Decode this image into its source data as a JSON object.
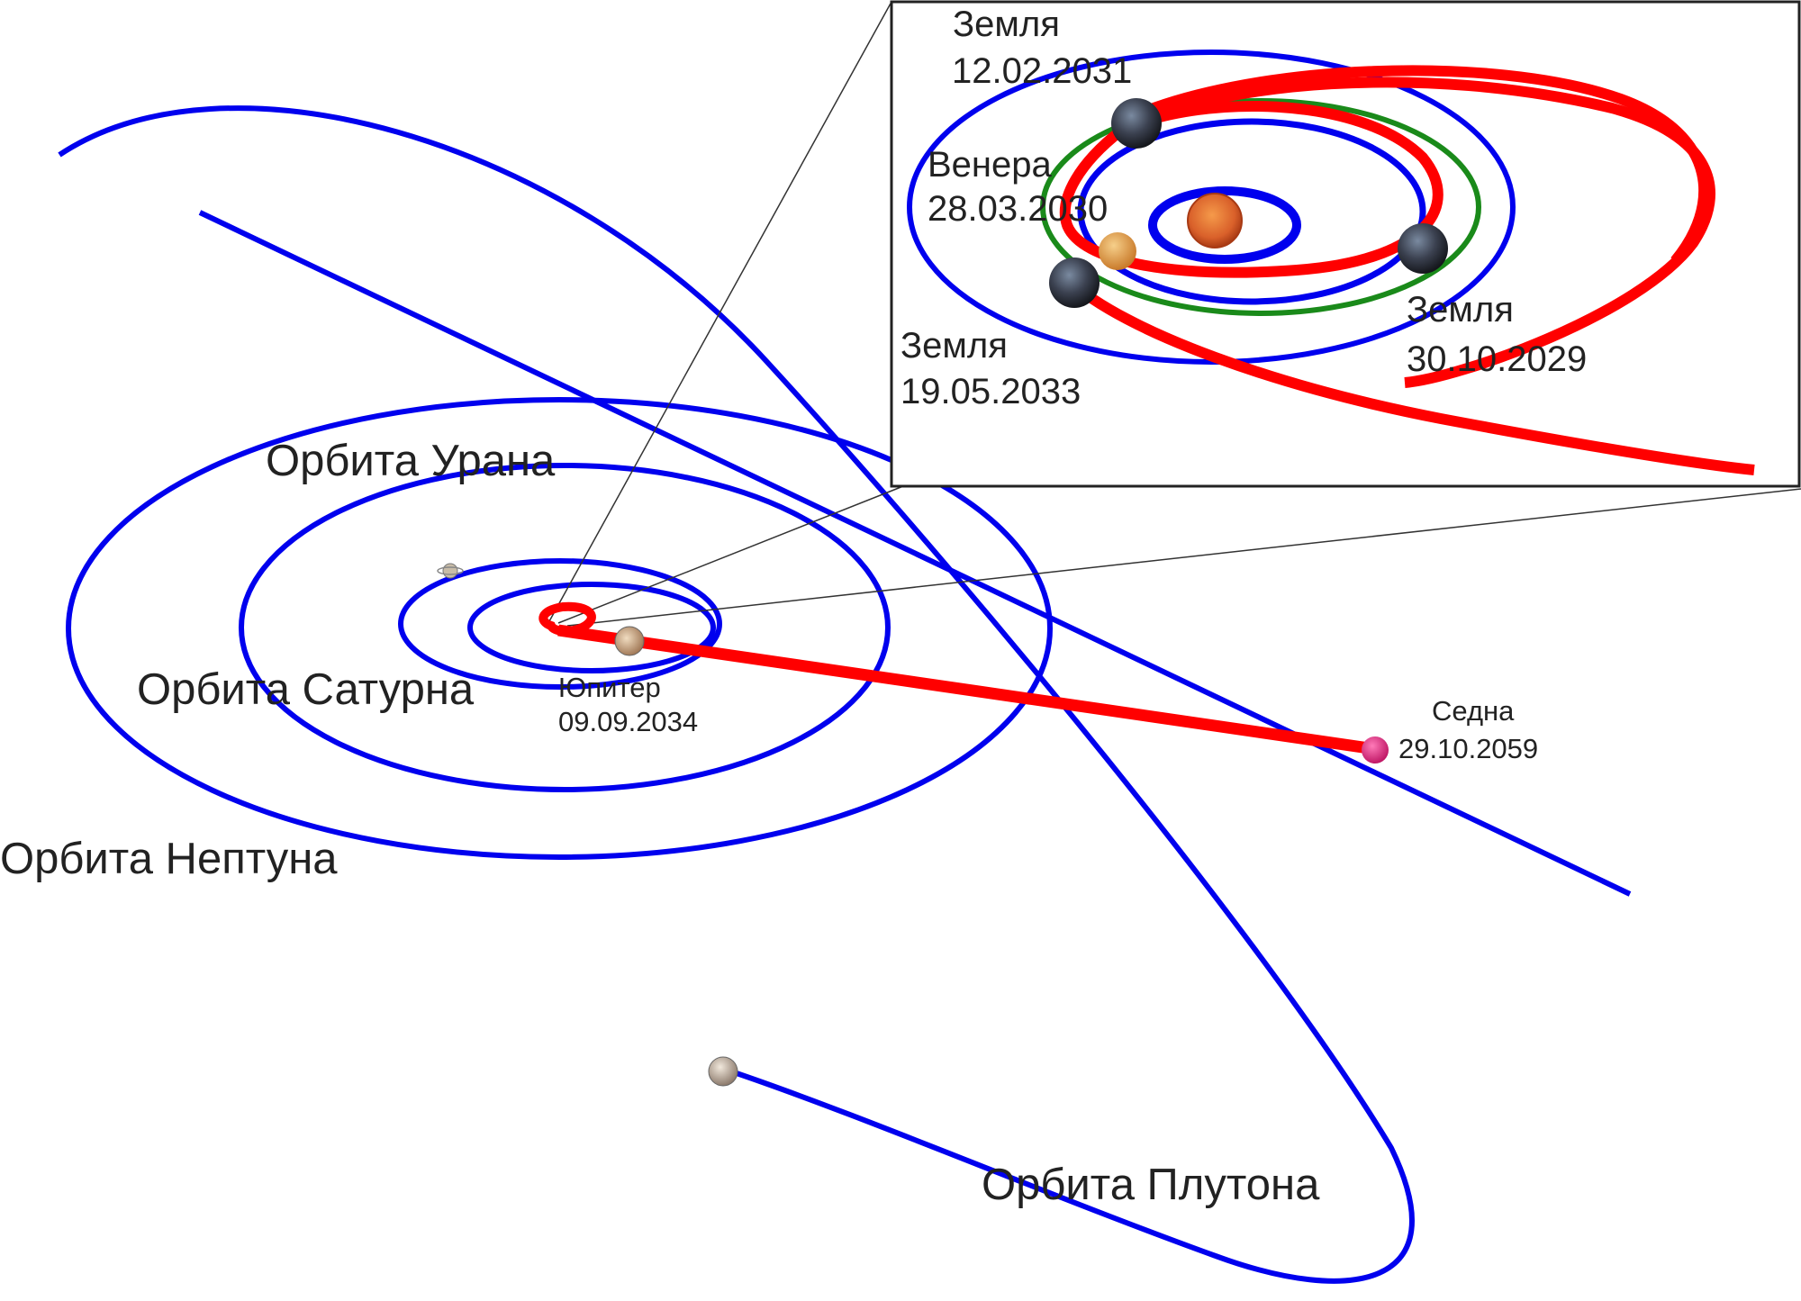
{
  "colors": {
    "orbit": "#0000ee",
    "trajectory": "#ff0000",
    "venus_orbit": "#1a8a1a",
    "sedna": "#e0287f",
    "sun": "#e0692a",
    "earth": "#3b4150",
    "venus": "#e8a040",
    "jupiter": "#c9a37a",
    "pluto": "#b8a89a"
  },
  "labels": {
    "uranus_orbit": "Орбита Урана",
    "saturn_orbit": "Орбита Сатурна",
    "neptune_orbit": "Орбита Нептуна",
    "pluto_orbit": "Орбита Плутона",
    "jupiter_name": "Юпитер",
    "jupiter_date": "09.09.2034",
    "sedna_name": "Седна",
    "sedna_date": "29.10.2059"
  },
  "inset": {
    "earth_1_name": "Земля",
    "earth_1_date": "12.02.2031",
    "venus_name": "Венера",
    "venus_date": "28.03.2030",
    "earth_2_name": "Земля",
    "earth_2_date": "19.05.2033",
    "earth_3_name": "Земля",
    "earth_3_date": "30.10.2029"
  }
}
